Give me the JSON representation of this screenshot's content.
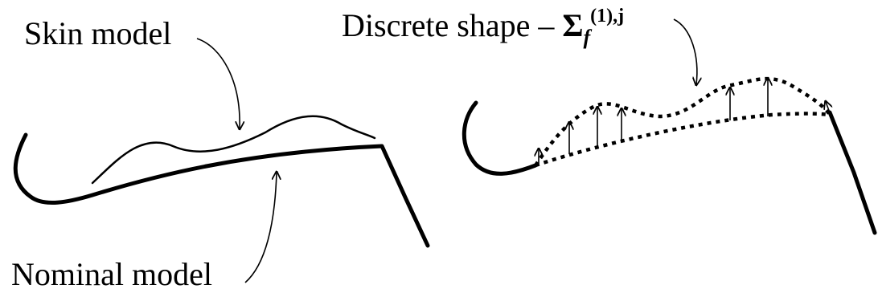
{
  "labels": {
    "skin": "Skin model",
    "nominal": "Nominal model",
    "discrete_prefix": "Discrete shape – ",
    "discrete_symbol": "Σ",
    "discrete_subscript": "f",
    "discrete_superscript": "(1),j"
  },
  "colors": {
    "stroke": "#000000",
    "background": "#ffffff"
  }
}
